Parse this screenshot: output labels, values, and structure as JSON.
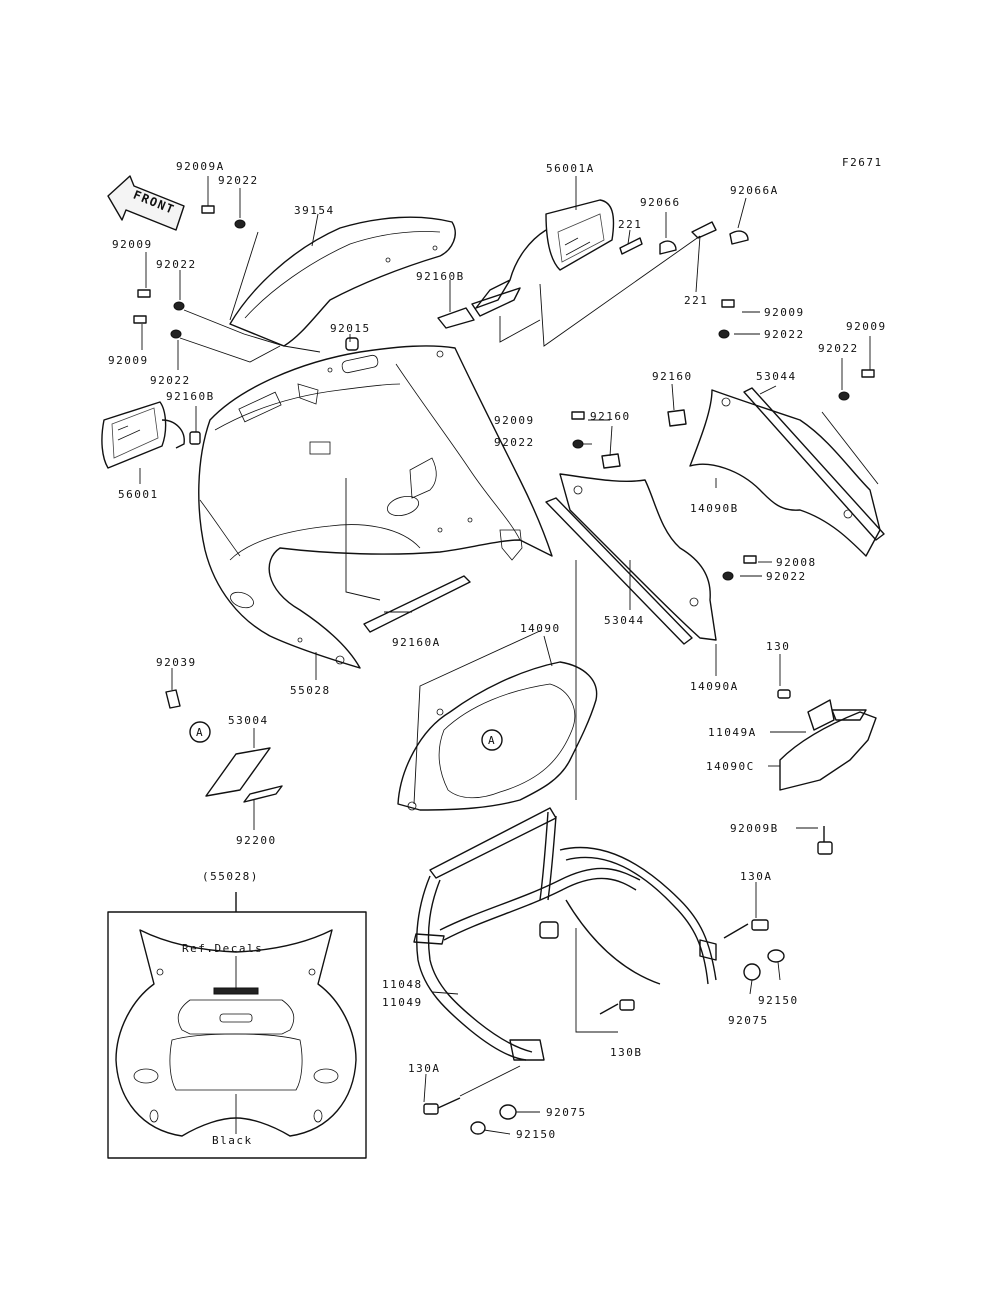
{
  "figure_code": "F2671",
  "front_arrow_label": "FRONT",
  "labels": {
    "l92009A": "92009A",
    "l92022_top": "92022",
    "l92009_left1": "92009",
    "l92022_left1": "92022",
    "l92009_left2": "92009",
    "l92022_left2": "92022",
    "l39154": "39154",
    "l92015": "92015",
    "l92160B_mid": "92160B",
    "l92160B_left": "92160B",
    "l56001": "56001",
    "l56001A": "56001A",
    "l221_a": "221",
    "l221_b": "221",
    "l92066": "92066",
    "l92066A": "92066A",
    "l92009_r1": "92009",
    "l92022_r1": "92022",
    "l92009_r2": "92009",
    "l92022_r2": "92022",
    "l92160_a": "92160",
    "l92160_b": "92160",
    "l53044_top": "53044",
    "l92009_c": "92009",
    "l92022_c": "92022",
    "l14090B": "14090B",
    "l92008": "92008",
    "l92022_d": "92022",
    "l53044_bottom": "53044",
    "l14090A": "14090A",
    "l92160A": "92160A",
    "l55028": "55028",
    "l14090": "14090",
    "l92039": "92039",
    "l53004": "53004",
    "l92200": "92200",
    "l130": "130",
    "l11049A": "11049A",
    "l14090C": "14090C",
    "l92009B": "92009B",
    "l55028_paren": "(55028)",
    "lRefDecals": "Ref.Decals",
    "lBlack": "Black",
    "l130A_r": "130A",
    "l92150_r": "92150",
    "l92075_r": "92075",
    "l130B": "130B",
    "l11048": "11048",
    "l11049": "11049",
    "l130A_b": "130A",
    "l92075_b": "92075",
    "l92150_b": "92150",
    "marker_A1": "A",
    "marker_A2": "A"
  }
}
